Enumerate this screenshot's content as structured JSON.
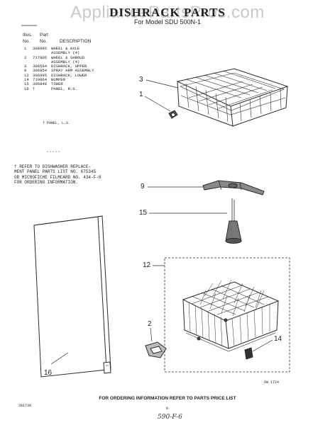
{
  "watermark": "AppliancePartsPros.com",
  "page": {
    "title": "DISHRACK PARTS",
    "subtitle": "For Model SDU 500N-1"
  },
  "parts_table": {
    "headers": {
      "illus": "Illus.",
      "part": "Part",
      "no1": "No.",
      "no2": "No.",
      "description": "DESCRIPTION"
    },
    "rows": [
      {
        "illus": "1",
        "part": "308995",
        "desc": "WHEEL & AXLE"
      },
      {
        "illus": "",
        "part": "",
        "desc": "ASSEMBLY (4)"
      },
      {
        "illus": "2",
        "part": "717805",
        "desc": "WHEEL & SHROUD"
      },
      {
        "illus": "",
        "part": "",
        "desc": "ASSEMBLY (4)"
      },
      {
        "illus": "3",
        "part": "306594",
        "desc": "DISHRACK, UPPER"
      },
      {
        "illus": "9",
        "part": "306854",
        "desc": "SPRAY ARM ASSEMBLY"
      },
      {
        "illus": "12",
        "part": "306995",
        "desc": "DISHRACK, LOWER"
      },
      {
        "illus": "14",
        "part": "719864",
        "desc": "BUMPER"
      },
      {
        "illus": "15",
        "part": "306848",
        "desc": "TOWER"
      },
      {
        "illus": "16",
        "part": "†",
        "desc": "PANEL, R.S."
      }
    ],
    "dagger_note": "† PANEL, L.S."
  },
  "replacement_note": {
    "lines": [
      "† REFER TO DISHWASHER REPLACE-",
      "MENT PANEL PARTS LIST NO. 675345",
      "OR MICROFICHE FILMCARD NO. 434-F-8",
      "FOR ORDERING INFORMATION."
    ]
  },
  "callouts": {
    "c1": "1",
    "c2": "2",
    "c3": "3",
    "c9": "9",
    "c12": "12",
    "c14": "14",
    "c15": "15",
    "c16": "16"
  },
  "codes": {
    "diagram_code": "DW 1724",
    "doc_number": "281739",
    "page_number": "6",
    "handwritten": "590-F-6"
  },
  "footer": "FOR ORDERING INFORMATION REFER TO PARTS PRICE LIST"
}
